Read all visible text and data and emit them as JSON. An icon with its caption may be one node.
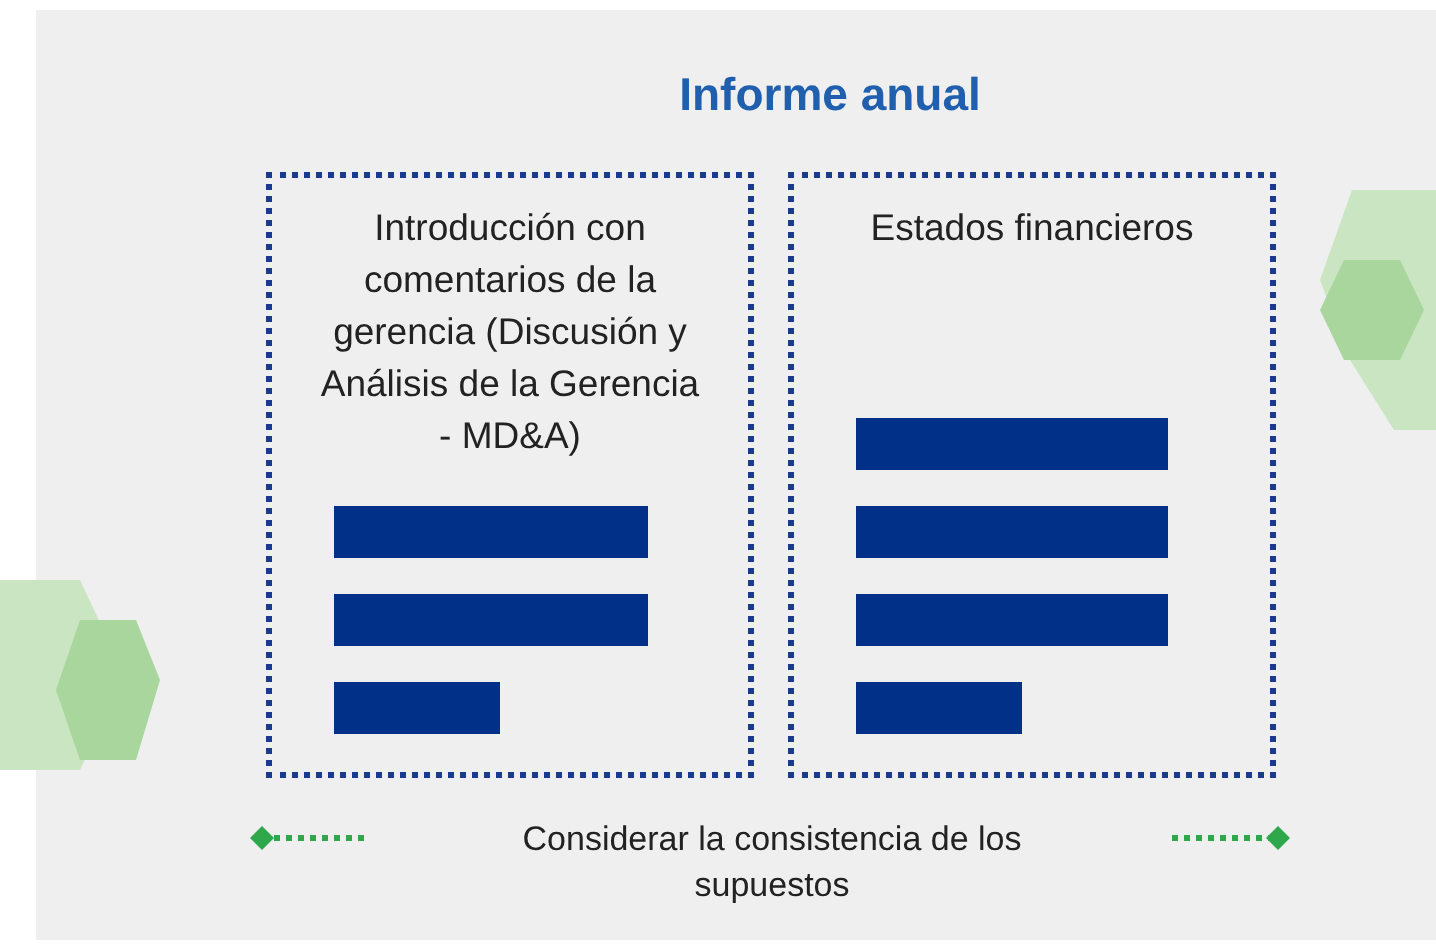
{
  "diagram": {
    "title": "Informe anual",
    "nodes": [
      {
        "text": [
          "Introducción con comentarios de la gerencia (Discusión y Análisis de la Gerencia - MD&A)"
        ]
      },
      {
        "text": [
          "Estados financieros"
        ]
      }
    ],
    "labels": [
      "Considerar la consistencia de los supuestos"
    ]
  }
}
